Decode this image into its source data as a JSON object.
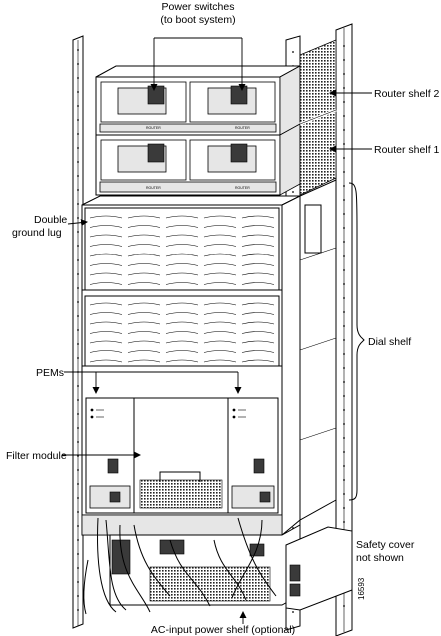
{
  "labels": {
    "power_switches_line1": "Power switches",
    "power_switches_line2": "(to boot system)",
    "router_shelf_2": "Router shelf 2",
    "router_shelf_1": "Router shelf 1",
    "double_ground_lug_line1": "Double",
    "double_ground_lug_line2": "ground lug",
    "dial_shelf": "Dial shelf",
    "pems": "PEMs",
    "filter_module": "Filter module",
    "safety_cover_line1": "Safety cover",
    "safety_cover_line2": "not shown",
    "ac_input_power_shelf": "AC-input power shelf (optional)",
    "figure_number": "16593"
  }
}
